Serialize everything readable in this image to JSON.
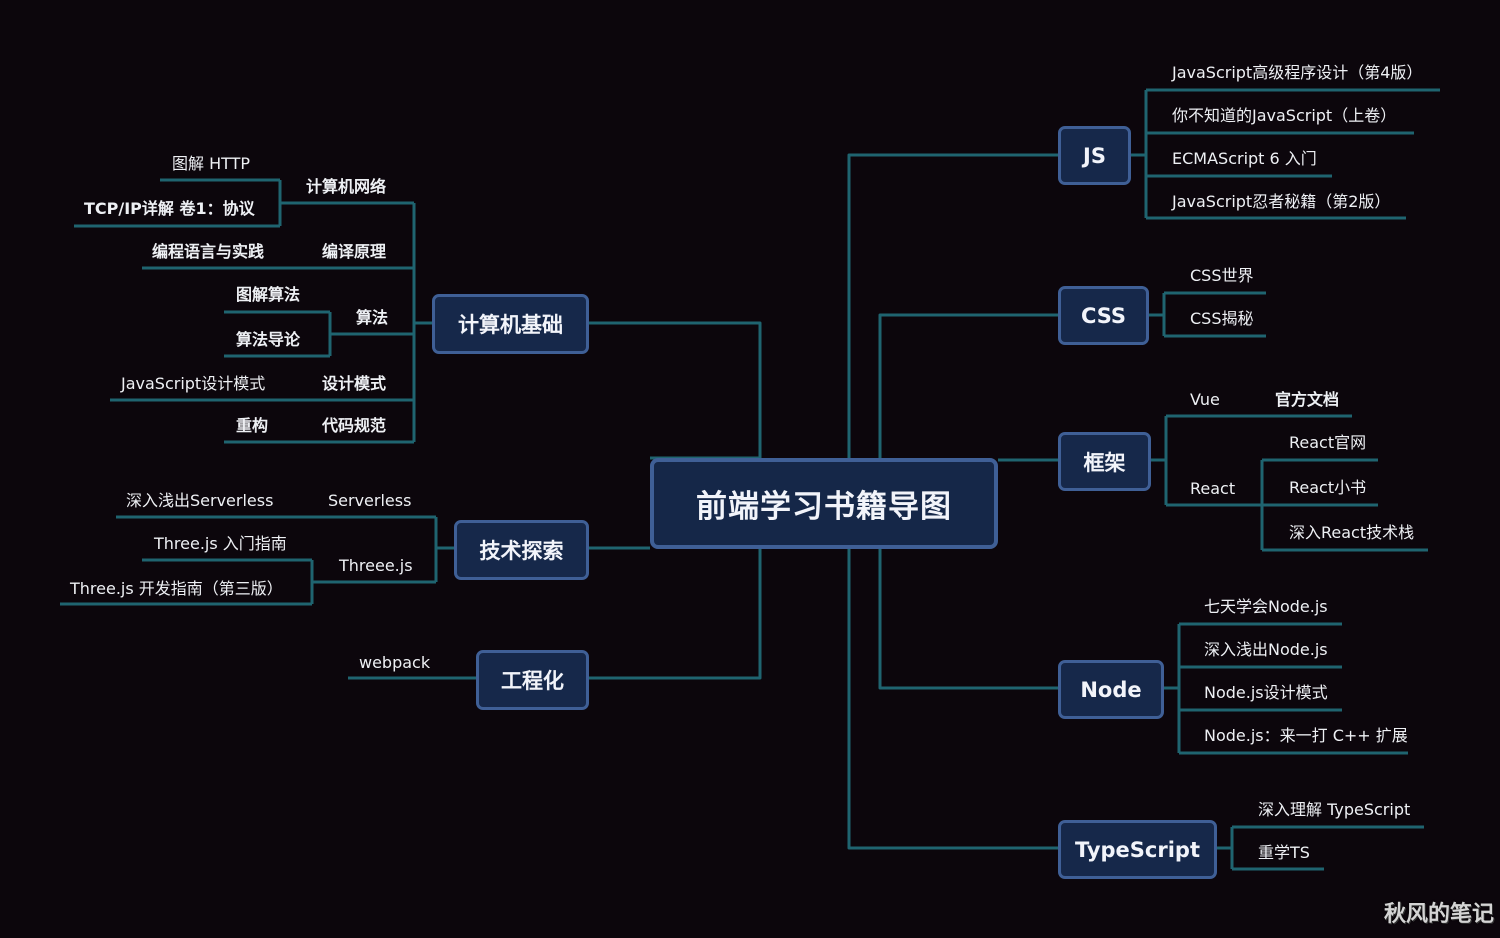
{
  "root": "前端学习书籍导图",
  "branches": {
    "jichu": {
      "label": "计算机基础",
      "network": {
        "label": "计算机网络",
        "books": [
          "图解 HTTP",
          "TCP/IP详解 卷1：协议"
        ]
      },
      "compiler": {
        "label": "编译原理",
        "books": [
          "编程语言与实践"
        ]
      },
      "algo": {
        "label": "算法",
        "books": [
          "图解算法",
          "算法导论"
        ]
      },
      "pattern": {
        "label": "设计模式",
        "books": [
          "JavaScript设计模式"
        ]
      },
      "code": {
        "label": "代码规范",
        "books": [
          "重构"
        ]
      }
    },
    "tansuo": {
      "label": "技术探索",
      "serverless": {
        "label": "Serverless",
        "books": [
          "深入浅出Serverless"
        ]
      },
      "threejs": {
        "label": "Threee.js",
        "books": [
          "Three.js 入门指南",
          "Three.js 开发指南（第三版）"
        ]
      }
    },
    "gongcheng": {
      "label": "工程化",
      "items": [
        "webpack"
      ]
    },
    "js": {
      "label": "JS",
      "books": [
        "JavaScript高级程序设计（第4版）",
        "你不知道的JavaScript（上卷）",
        "ECMAScript 6 入门",
        "JavaScript忍者秘籍（第2版）"
      ]
    },
    "css": {
      "label": "CSS",
      "books": [
        "CSS世界",
        "CSS揭秘"
      ]
    },
    "kuangjia": {
      "label": "框架",
      "vue": {
        "label": "Vue",
        "books": [
          "官方文档"
        ]
      },
      "react": {
        "label": "React",
        "books": [
          "React官网",
          "React小书",
          "深入React技术栈"
        ]
      }
    },
    "node": {
      "label": "Node",
      "books": [
        "七天学会Node.js",
        "深入浅出Node.js",
        "Node.js设计模式",
        "Node.js：来一打 C++ 扩展"
      ]
    },
    "ts": {
      "label": "TypeScript",
      "books": [
        "深入理解 TypeScript",
        "重学TS"
      ]
    }
  },
  "watermark": "秋风的笔记",
  "colors": {
    "background": "#0c060c",
    "connector": "#1f6470",
    "nodeFill": "#16284a",
    "nodeBorder": "#3f5f96"
  }
}
